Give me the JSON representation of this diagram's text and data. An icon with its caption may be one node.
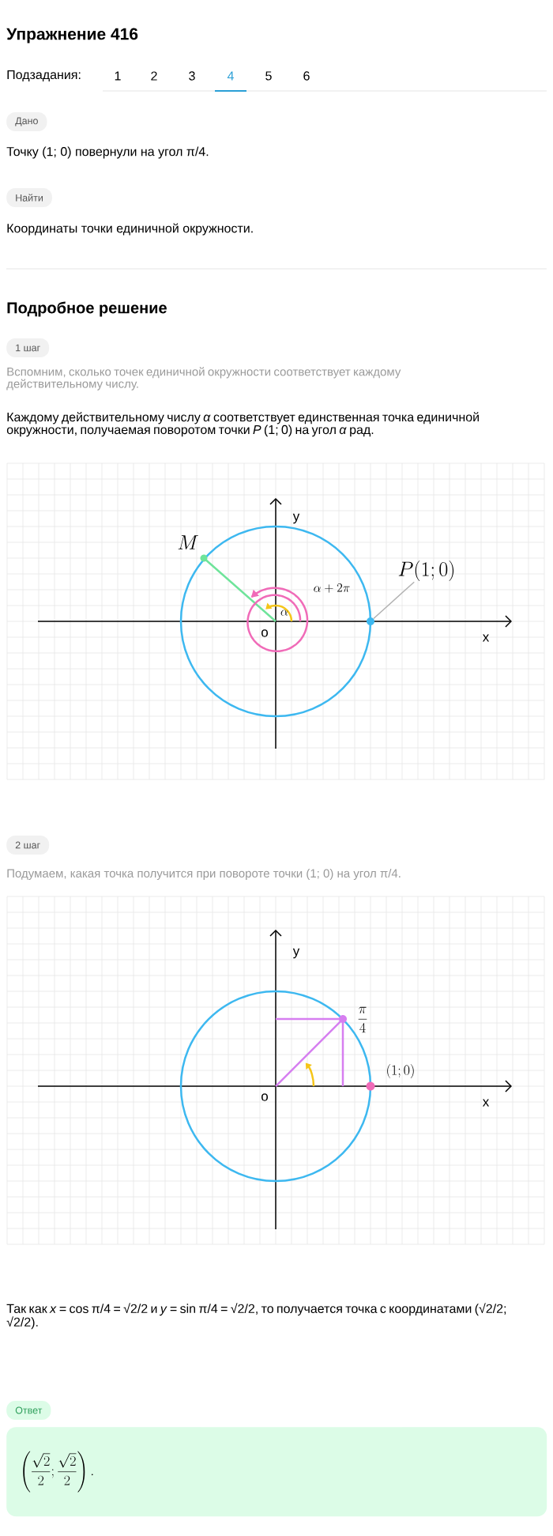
{
  "diagram": {
    "title": "Упражнение 416",
    "nodes": [
      {
        "text": [
          "Дано"
        ]
      },
      {
        "text": [
          "Найти"
        ]
      },
      {
        "text": [
          "1 шаг"
        ]
      },
      {
        "text": [
          "P(1;0)"
        ]
      },
      {
        "text": [],
        "shape": "circle"
      },
      {
        "text": [
          "2 шаг"
        ]
      },
      {
        "text": [
          "Ответ"
        ]
      },
      {
        "text": [
          "\\left(\\frac{\\sqrt{2}}{2};\\frac{\\sqrt{2}}{2}\\right)."
        ]
      }
    ],
    "edges": [
      {
        "from": 3,
        "to": 4,
        "arrow": "none"
      }
    ],
    "labels": [
      "Подзадания:",
      "1",
      "2",
      "3",
      "4",
      "5",
      "6",
      "Точку (1; 0) повернули на угол π/4.",
      "Координаты точки единичной окружности.",
      "Подробное решение",
      "Вспомним, сколько точек единичной окружности соответствует каждому действительному числу.",
      "Каждому действительному числу *α* соответствует единственная точка единичной окружности, получаемая поворотом точки *P* (1; 0) на угол *α* рад.",
      "y",
      "M",
      "\\alpha + 2\\pi",
      "\\alpha",
      "o",
      "x",
      "Подумаем, какая точка получится при повороте точки (1; 0) на угол π/4.",
      "y",
      "\\frac{\\pi}{4}",
      "(1;0)",
      "o",
      "x",
      "Так как *x* = cos π/4 = √2/2 и *y* = sin π/4 = √2/2, то получается точка с координатами (√2/2; √2/2)."
    ]
  }
}
